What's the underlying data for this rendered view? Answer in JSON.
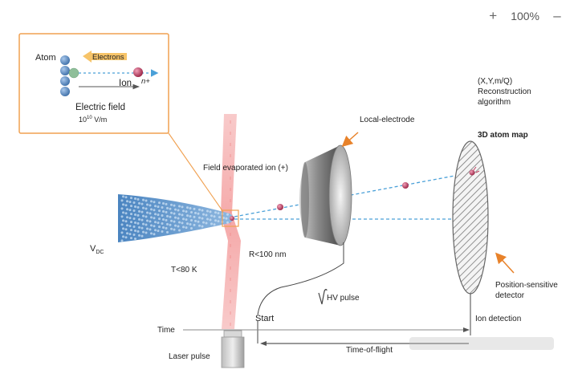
{
  "zoom": {
    "plus": "+",
    "level": "100%",
    "minus": "–"
  },
  "inset": {
    "atom": "Atom",
    "electrons": "Electrons",
    "ion": "Ion",
    "ion_charge": "n+",
    "field_title": "Electric field",
    "field_value_base": "10",
    "field_value_exp": "10",
    "field_value_unit": " V/m"
  },
  "labels": {
    "field_evaporated": "Field evaporated ion (+)",
    "local_electrode": "Local-electrode",
    "reconstruction": [
      "(X,Y,m/Q)",
      "Reconstruction",
      "algorithm"
    ],
    "atom_map": "3D atom map",
    "vdc_base": "V",
    "vdc_sub": "DC",
    "temperature": "T<80 K",
    "radius": "R<100 nm",
    "hv_pulse": "HV pulse",
    "start": "Start",
    "position_sensitive": [
      "Position-sensitive",
      "detector"
    ],
    "ion_detection": "Ion detection",
    "time": "Time",
    "time_of_flight": "Time-of-flight",
    "laser_pulse": "Laser pulse"
  },
  "colors": {
    "inset_border": "#f0a050",
    "arrow_orange": "#e8822a",
    "ion_path": "#4aa0d8",
    "electron_arrow": "#f7c469",
    "laser": "#f3a3a3",
    "specimen": "#5b92c8",
    "ion": "#c04060"
  }
}
